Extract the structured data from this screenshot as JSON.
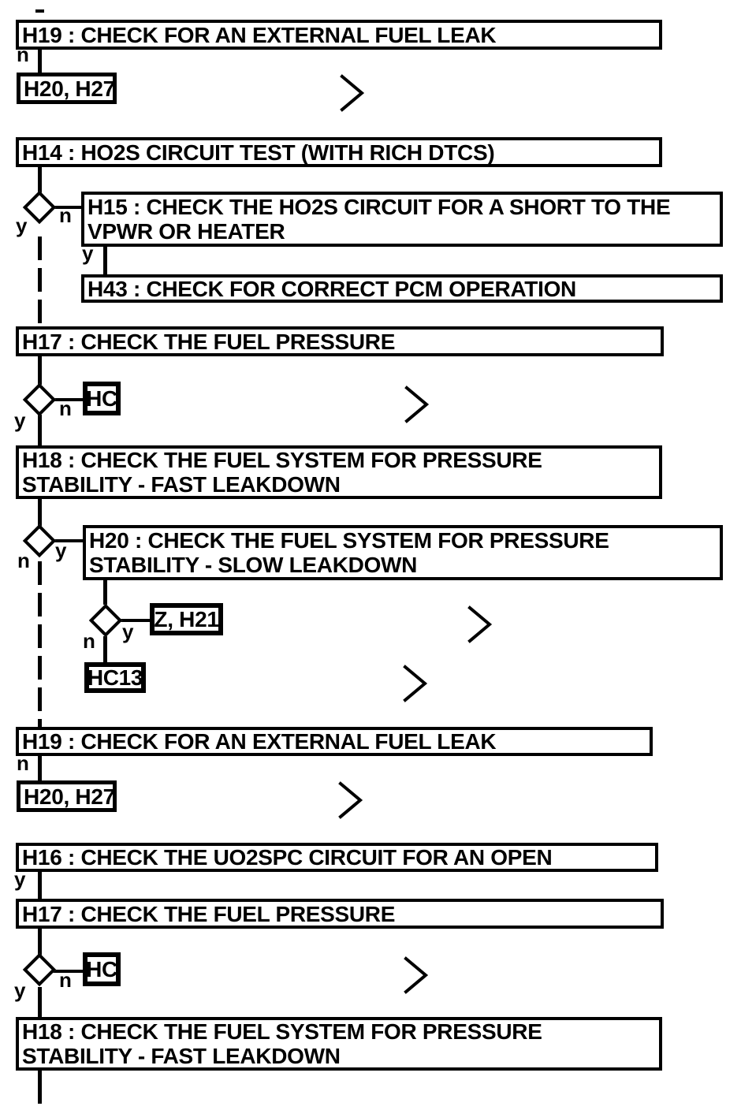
{
  "flowchart": {
    "colors": {
      "ink": "#000000",
      "background": "#ffffff"
    },
    "branch_labels": {
      "yes": "y",
      "no": "n"
    },
    "nodes": [
      {
        "id": "H19-top",
        "lines": [
          "H19 : CHECK FOR AN EXTERNAL FUEL LEAK"
        ]
      },
      {
        "id": "H20H27-top",
        "lines": [
          "H20, H27"
        ]
      },
      {
        "id": "H14",
        "lines": [
          "H14 : HO2S CIRCUIT TEST (WITH RICH DTCS)"
        ]
      },
      {
        "id": "H15",
        "lines": [
          "H15 : CHECK THE HO2S CIRCUIT FOR A SHORT TO THE",
          "VPWR OR HEATER"
        ]
      },
      {
        "id": "H43",
        "lines": [
          "H43 : CHECK FOR CORRECT PCM OPERATION"
        ]
      },
      {
        "id": "H17-top",
        "lines": [
          "H17 : CHECK THE FUEL PRESSURE"
        ]
      },
      {
        "id": "HC-top",
        "lines": [
          "HC"
        ]
      },
      {
        "id": "H18-top",
        "lines": [
          "H18 : CHECK THE FUEL SYSTEM FOR PRESSURE",
          "STABILITY - FAST LEAKDOWN"
        ]
      },
      {
        "id": "H20",
        "lines": [
          "H20 : CHECK THE FUEL SYSTEM FOR PRESSURE",
          "STABILITY - SLOW LEAKDOWN"
        ]
      },
      {
        "id": "ZH21",
        "lines": [
          "Z, H21"
        ]
      },
      {
        "id": "HC13",
        "lines": [
          "HC13"
        ]
      },
      {
        "id": "H19-mid",
        "lines": [
          "H19 : CHECK FOR AN EXTERNAL FUEL LEAK"
        ]
      },
      {
        "id": "H20H27-mid",
        "lines": [
          "H20, H27"
        ]
      },
      {
        "id": "H16",
        "lines": [
          "H16 : CHECK THE UO2SPC CIRCUIT FOR AN OPEN"
        ]
      },
      {
        "id": "H17-bot",
        "lines": [
          "H17 : CHECK THE FUEL PRESSURE"
        ]
      },
      {
        "id": "HC-bot",
        "lines": [
          "HC"
        ]
      },
      {
        "id": "H18-bot",
        "lines": [
          "H18 : CHECK THE FUEL SYSTEM FOR PRESSURE",
          "STABILITY - FAST LEAKDOWN"
        ]
      }
    ]
  }
}
